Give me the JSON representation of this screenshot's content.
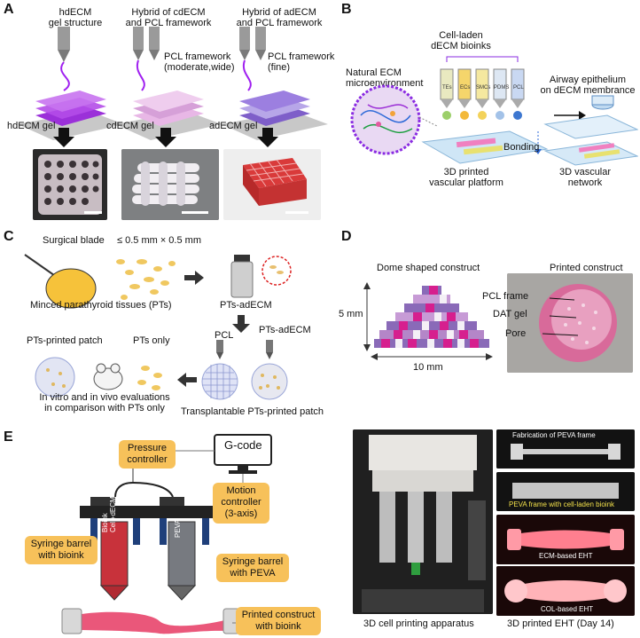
{
  "panels": {
    "A": {
      "letter": "A",
      "col1_title": "hdECM\ngel structure",
      "col2_title": "Hybrid of cdECM\nand PCL framework",
      "col3_title": "Hybrid of adECM\nand PCL framework",
      "col2_note": "PCL framework\n(moderate,wide)",
      "col3_note": "PCL framework\n(fine)",
      "gel1": "hdECM gel",
      "gel2": "cdECM gel",
      "gel3": "adECM gel"
    },
    "B": {
      "letter": "B",
      "bioinks_title": "Cell-laden\ndECM bioinks",
      "natural_ecm": "Natural ECM\nmicroenvironment",
      "syringes": [
        "TEs",
        "ECs",
        "SMCs",
        "PDMS",
        "PCL"
      ],
      "platform": "3D printed\nvascular platform",
      "airway": "Airway epithelium\non dECM membrance",
      "bonding": "Bonding",
      "network": "3D vascular\nnetwork"
    },
    "C": {
      "letter": "C",
      "blade": "Surgical blade",
      "size": "≤ 0.5 mm × 0.5 mm",
      "minced": "Minced parathyroid tissues (PTs)",
      "pts_adecm_top": "PTs-adECM",
      "pcl": "PCL",
      "pts_adecm_mid": "PTs-adECM",
      "printed_patch": "PTs-printed patch",
      "pts_only": "PTs only",
      "eval": "In vitro and in vivo evaluations\nin comparison with PTs only",
      "transplantable": "Transplantable PTs-printed patch"
    },
    "D": {
      "letter": "D",
      "dome": "Dome shaped construct",
      "height": "5 mm",
      "width": "10 mm",
      "printed": "Printed construct",
      "pcl_frame": "PCL frame",
      "dat_gel": "DAT gel",
      "pore": "Pore"
    },
    "E": {
      "letter": "E",
      "gcode": "G-code",
      "pressure": "Pressure\ncontroller",
      "motion": "Motion\ncontroller\n(3-axis)",
      "barrel_bioink": "Syringe barrel\nwith bioink",
      "barrel_peva": "Syringe barrel\nwith PEVA",
      "barrel_label1": "Bioink\nCell+dECM",
      "barrel_label2": "PEVA",
      "printed_construct": "Printed construct\nwith bioink",
      "apparatus": "3D cell printing apparatus",
      "eht": "3D printed EHT (Day 14)",
      "fab_peva": "Fabrication of PEVA frame",
      "peva_cell": "PEVA frame with cell-laden bioink",
      "ecm_eht": "ECM-based EHT",
      "col_eht": "COL-based EHT"
    }
  },
  "colors": {
    "purple": "#8a2be2",
    "magenta": "#c2188b",
    "orange_box": "#f7c15a",
    "pink": "#e8456b"
  }
}
